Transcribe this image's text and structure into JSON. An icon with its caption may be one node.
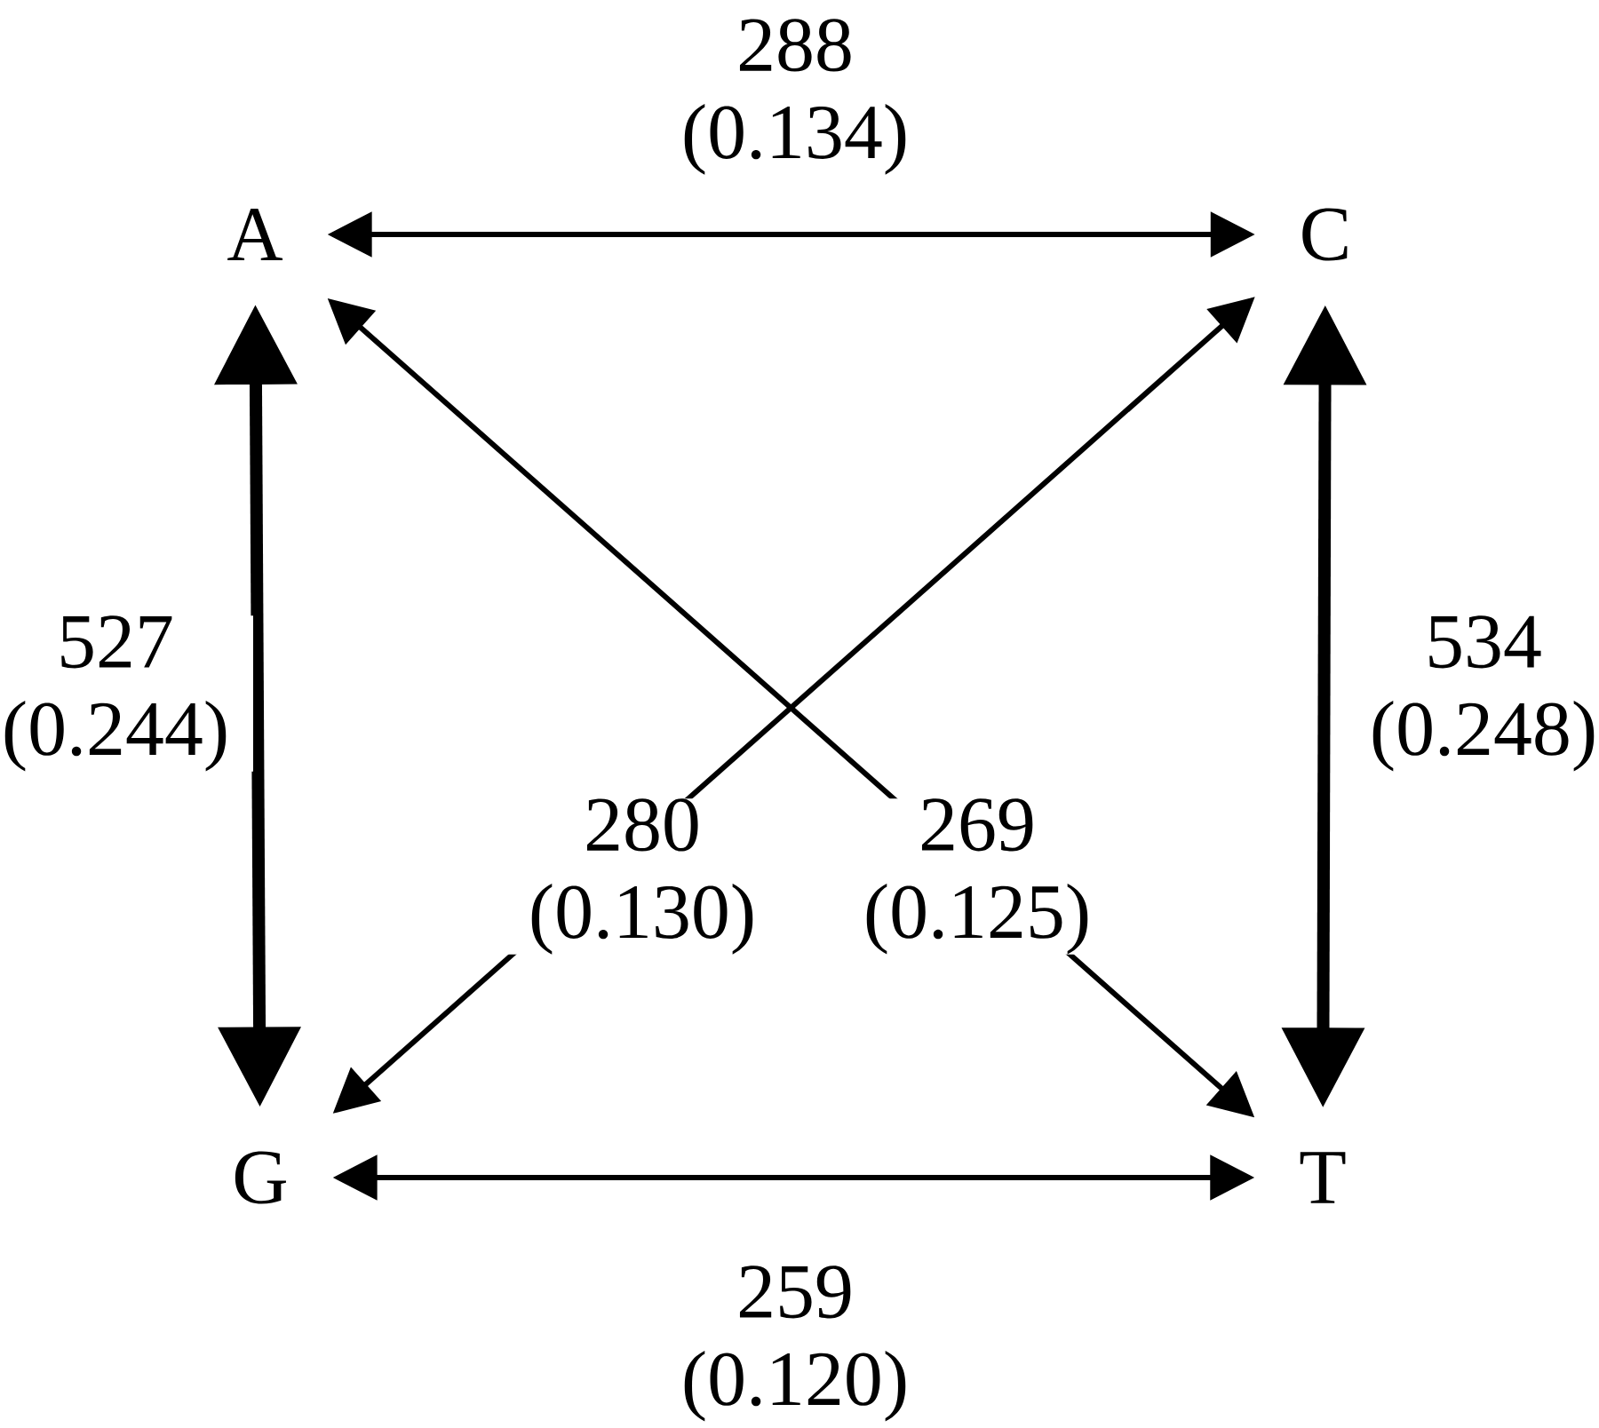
{
  "diagram": {
    "nodes": [
      {
        "text": [
          "A"
        ]
      },
      {
        "text": [
          "C"
        ]
      },
      {
        "text": [
          "G"
        ]
      },
      {
        "text": [
          "T"
        ]
      }
    ],
    "edges": [
      {
        "from": 0,
        "to": 1,
        "arrow": "both",
        "label": "288 (0.134)"
      },
      {
        "from": 0,
        "to": 2,
        "arrow": "both",
        "label": "527 (0.244)",
        "style": "thick"
      },
      {
        "from": 1,
        "to": 3,
        "arrow": "both",
        "label": "534 (0.248)",
        "style": "thick"
      },
      {
        "from": 2,
        "to": 1,
        "arrow": "both",
        "label": "280 (0.130)"
      },
      {
        "from": 0,
        "to": 3,
        "arrow": "both",
        "label": "269 (0.125)"
      },
      {
        "from": 2,
        "to": 3,
        "arrow": "both",
        "label": "259 (0.120)"
      }
    ]
  }
}
